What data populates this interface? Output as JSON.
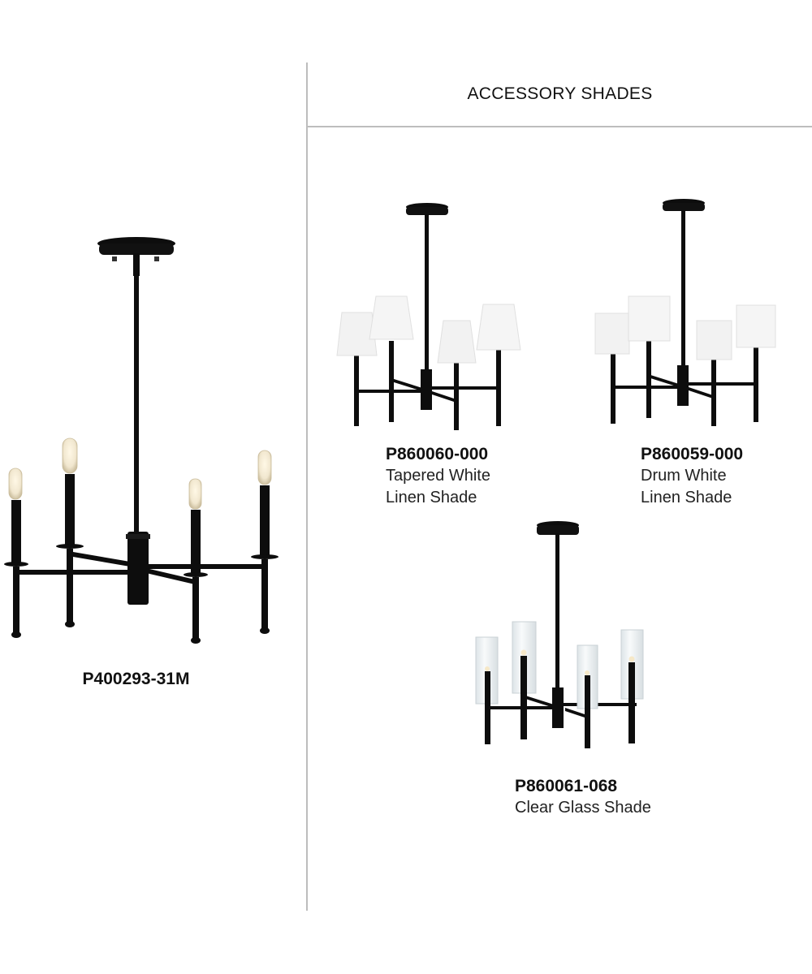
{
  "section": {
    "title": "ACCESSORY SHADES"
  },
  "main_product": {
    "sku": "P400293-31M",
    "shade_type": "bare-bulb",
    "finish_color": "#0d0d0d"
  },
  "accessories": [
    {
      "sku": "P860060-000",
      "desc_line1": "Tapered White",
      "desc_line2": "Linen Shade",
      "shade_type": "tapered"
    },
    {
      "sku": "P860059-000",
      "desc_line1": "Drum White",
      "desc_line2": "Linen Shade",
      "shade_type": "drum"
    },
    {
      "sku": "P860061-068",
      "desc_line1": "Clear Glass Shade",
      "desc_line2": "",
      "shade_type": "glass"
    }
  ],
  "colors": {
    "divider": "#bdbdbd",
    "metal": "#0d0d0d",
    "linen": "#f2f2f2",
    "glass": "#eef3f5"
  }
}
